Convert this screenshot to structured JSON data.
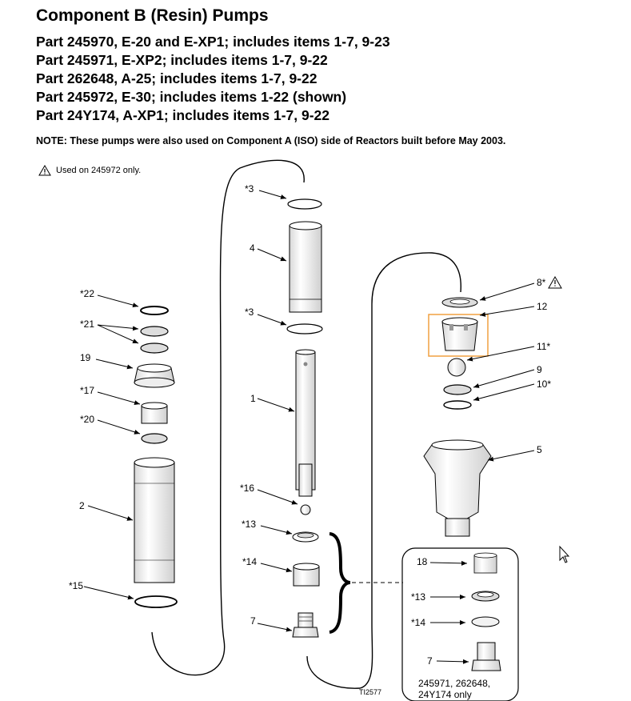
{
  "header": {
    "title": "Component B (Resin) Pumps",
    "parts": [
      "Part 245970, E-20 and E-XP1; includes items 1-7, 9-23",
      "Part 245971, E-XP2; includes items 1-7, 9-22",
      "Part 262648, A-25; includes items 1-7, 9-22",
      "Part 245972, E-30; includes items 1-22 (shown)",
      "Part 24Y174, A-XP1; includes items 1-7, 9-22"
    ],
    "note_label": "NOTE:",
    "note_text": " These pumps were also used on Component A (ISO) side of Reactors built before May 2003.",
    "warning_text": "Used on 245972 only."
  },
  "callouts": {
    "c3a": "*3",
    "c4": "4",
    "c3b": "*3",
    "c1": "1",
    "c16": "*16",
    "c13": "*13",
    "c14": "*14",
    "c7": "7",
    "c22": "*22",
    "c21": "*21",
    "c19": "19",
    "c17": "*17",
    "c20": "*20",
    "c2": "2",
    "c15": "*15",
    "c8": "8*",
    "c12": "12",
    "c11": "11*",
    "c9": "9",
    "c10": "10*",
    "c5": "5",
    "i18": "18",
    "i13": "*13",
    "i14": "*14",
    "i7": "7"
  },
  "inset": {
    "models_line1": "245971, 262648,",
    "models_line2": "24Y174 only"
  },
  "figure_id": "TI2577",
  "colors": {
    "highlight": "#f0a040",
    "ink": "#000000",
    "part_fill": "#ececec"
  }
}
